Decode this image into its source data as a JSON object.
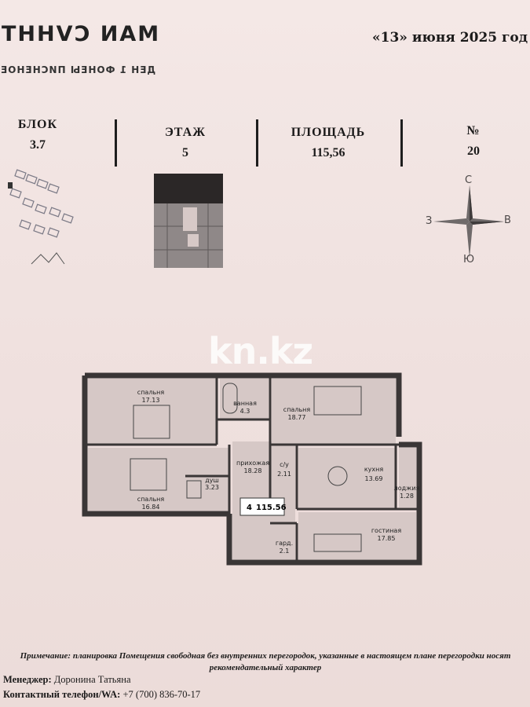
{
  "header": {
    "brand": "MAN CVHHT",
    "brand_sub": "ДЕН 1 ФОНЕЫ ПИСНЕНОЕ",
    "date": "«13» июня 2025 год"
  },
  "info": {
    "block_label": "БЛОК",
    "block_value": "3.7",
    "floor_label": "ЭТАЖ",
    "floor_value": "5",
    "area_label": "ПЛОЩАДЬ",
    "area_value": "115,56",
    "number_label": "№",
    "number_value": "20"
  },
  "compass": {
    "n": "С",
    "s": "Ю",
    "w": "З",
    "e": "В"
  },
  "watermark": "kn.kz",
  "plan": {
    "rooms": [
      {
        "name": "спальня",
        "area": "17.13"
      },
      {
        "name": "ванная",
        "area": "4.3"
      },
      {
        "name": "спальня",
        "area": "18.77"
      },
      {
        "name": "спальня",
        "area": "16.84"
      },
      {
        "name": "душ",
        "area": "3.23"
      },
      {
        "name": "прихожая",
        "area": "18.28"
      },
      {
        "name": "с/у",
        "area": "2.11"
      },
      {
        "name": "кухня",
        "area": "13.69"
      },
      {
        "name": "лоджия",
        "area": "1.28"
      },
      {
        "name": "гостиная",
        "area": "17.85"
      },
      {
        "name": "гард.",
        "area": "2.1"
      }
    ],
    "rooms_count": "4",
    "total_area": "115.56"
  },
  "footer": {
    "note": "Примечание: планировка Помещения свободная без внутренних перегородок, указанные в настоящем плане перегородки носят рекомендательный характер",
    "manager_label": "Менеджер:",
    "manager_name": "Доронина Татьяна",
    "phone_label": "Контактный телефон/WA:",
    "phone_value": "+7 (700) 836-70-17"
  },
  "colors": {
    "wall": "#3a3636",
    "room": "#d6c8c6",
    "ink": "#1b1a1a"
  }
}
